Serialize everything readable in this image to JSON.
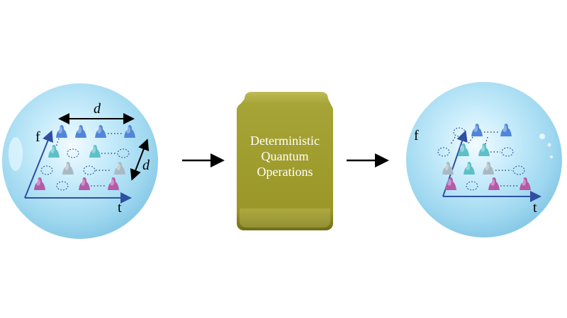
{
  "box": {
    "lines": [
      "Deterministic",
      "Quantum",
      "Operations"
    ],
    "color": "#9e9a2c"
  },
  "left_sphere": {
    "axis_f": "f",
    "axis_t": "t",
    "spacing_h": "d",
    "spacing_v": "d"
  },
  "right_sphere": {
    "axis_f": "f",
    "axis_t": "t"
  },
  "colors": {
    "sphere": "#a9dcf2",
    "pulse_blue": "#4f86d9",
    "pulse_teal": "#5cc0c8",
    "pulse_gray": "#a9b9c2",
    "pulse_magenta": "#b45aa8",
    "axis": "#2f4fa3"
  }
}
